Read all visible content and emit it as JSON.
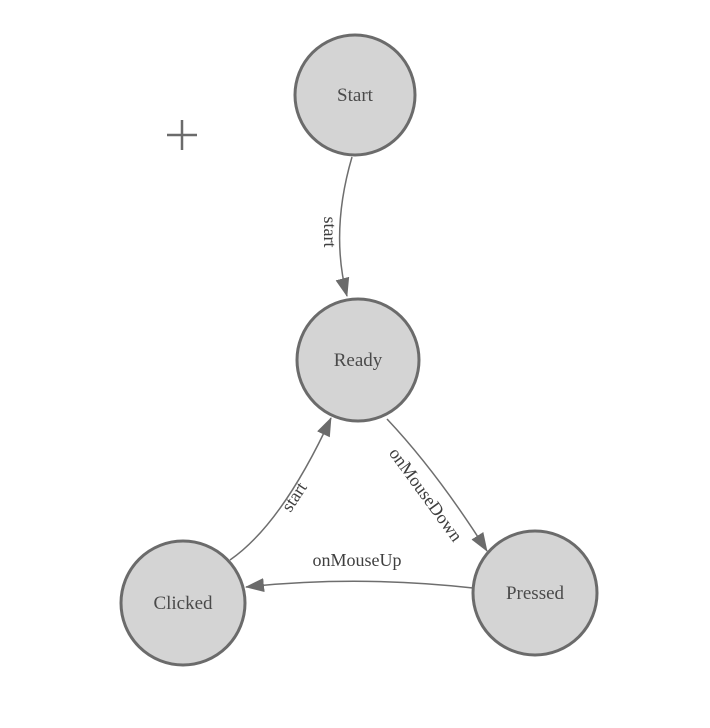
{
  "diagram": {
    "type": "state-machine",
    "nodes": [
      {
        "id": "start",
        "label": "Start"
      },
      {
        "id": "ready",
        "label": "Ready"
      },
      {
        "id": "clicked",
        "label": "Clicked"
      },
      {
        "id": "pressed",
        "label": "Pressed"
      }
    ],
    "edges": [
      {
        "from": "Start",
        "to": "Ready",
        "label": "start"
      },
      {
        "from": "Ready",
        "to": "Pressed",
        "label": "onMouseDown"
      },
      {
        "from": "Pressed",
        "to": "Clicked",
        "label": "onMouseUp"
      },
      {
        "from": "Clicked",
        "to": "Ready",
        "label": "start"
      }
    ],
    "icons": {
      "crosshair": "plus-crosshair"
    },
    "colors": {
      "node_fill": "#d4d4d4",
      "node_stroke": "#6b6b6b",
      "edge_stroke": "#6e6e6e",
      "node_text": "#4a4a4a",
      "edge_text": "#3f3f3f",
      "background": "#ffffff"
    }
  }
}
